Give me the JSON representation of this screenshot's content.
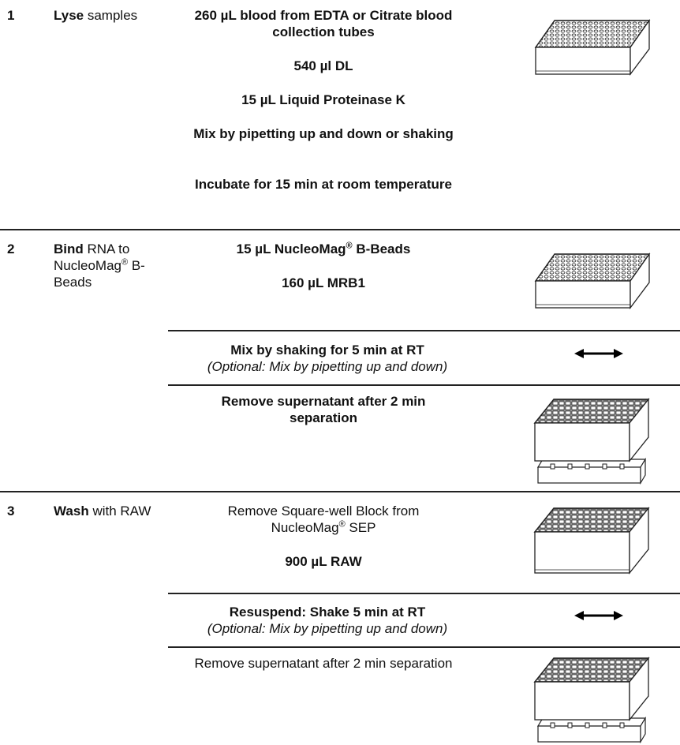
{
  "steps": [
    {
      "number": "1",
      "label_bold": "Lyse",
      "label_rest": " samples",
      "instructions": [
        "260 µL blood from EDTA or Citrate blood collection tubes",
        "540 µl DL",
        "15 µL Liquid Proteinase K",
        "Mix by pipetting up and down or shaking",
        "Incubate for 15 min at room temperature"
      ]
    },
    {
      "number": "2",
      "label_bold": "Bind",
      "label_rest": " RNA to NucleoMag",
      "label_sup": "®",
      "label_tail": " B-Beads",
      "instructions": [
        "15 µL NucleoMag",
        "® B-Beads",
        "160 µL MRB1"
      ],
      "mix": "Mix by shaking for 5 min at RT",
      "mix_optional": "(Optional: Mix by pipetting up and down)",
      "remove": "Remove supernatant after 2 min separation"
    },
    {
      "number": "3",
      "label_bold": "Wash",
      "label_rest": " with RAW",
      "remove_block_1": "Remove Square-well Block from",
      "remove_block_2": "NucleoMag",
      "remove_block_sup": "®",
      "remove_block_3": " SEP",
      "raw": "900 µL RAW",
      "resuspend": "Resuspend: Shake 5 min at RT",
      "resuspend_optional": "(Optional: Mix by pipetting up and down)",
      "remove": "Remove supernatant after 2 min separation"
    }
  ],
  "icons": {
    "plate": "96-well-plate-icon",
    "shake": "double-arrow-icon",
    "separator": "plate-on-magnetic-separator-icon"
  }
}
